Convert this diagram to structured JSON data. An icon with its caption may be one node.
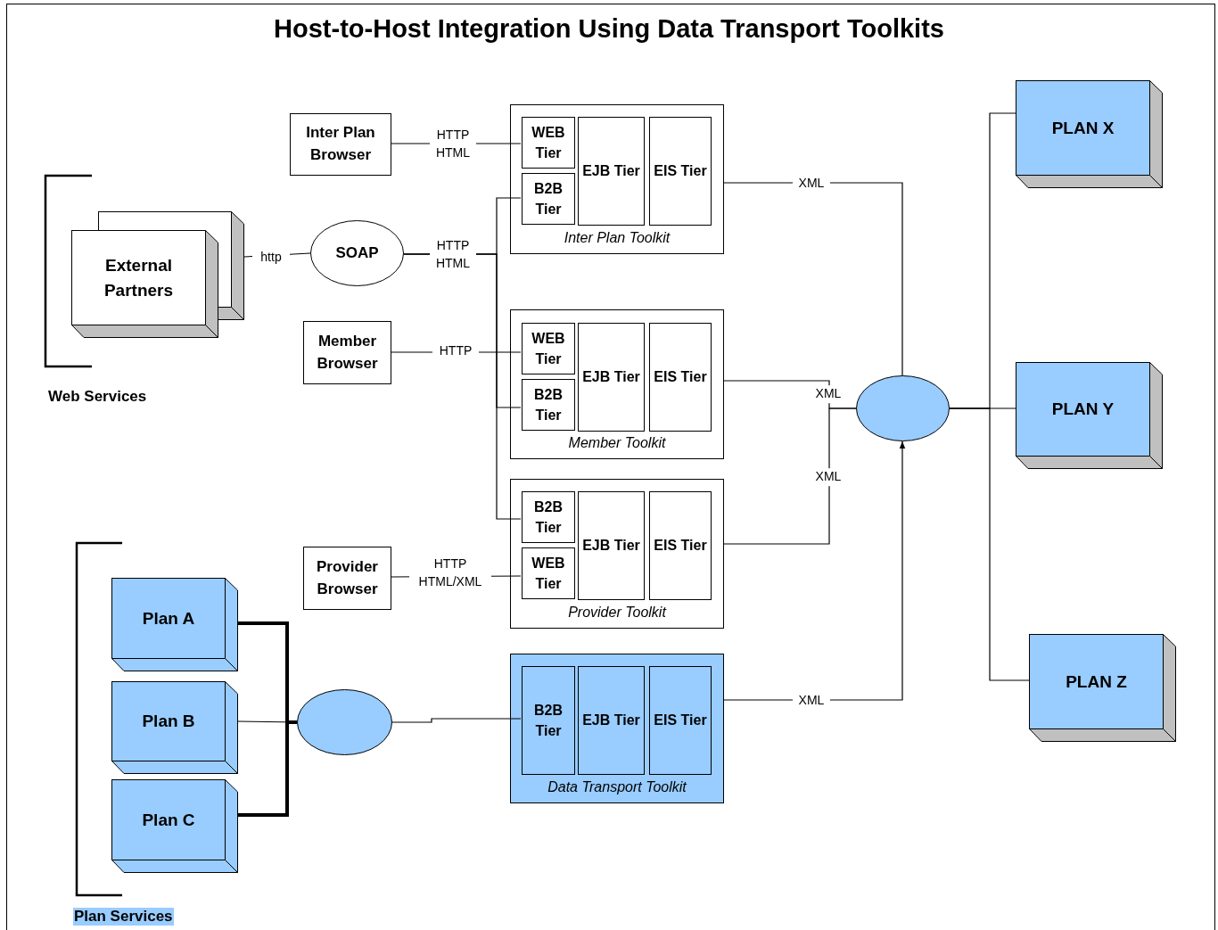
{
  "diagram": {
    "title": "Host-to-Host Integration Using Data Transport Toolkits",
    "nodes": [
      {
        "text": [
          "Inter Plan Browser"
        ]
      },
      {
        "text": [
          "External Partners"
        ]
      },
      {
        "text": [
          "SOAP"
        ]
      },
      {
        "text": [
          "Member Browser"
        ]
      },
      {
        "text": [
          "Provider Browser"
        ]
      },
      {
        "text": [
          "Inter Plan Toolkit"
        ]
      },
      {
        "text": [
          "WEB Tier"
        ],
        "in": 5
      },
      {
        "text": [
          "B2B Tier"
        ],
        "in": 5
      },
      {
        "text": [
          "EJB Tier"
        ],
        "in": 5
      },
      {
        "text": [
          "EIS Tier"
        ],
        "in": 5
      },
      {
        "text": [
          "Member Toolkit"
        ]
      },
      {
        "text": [
          "WEB Tier"
        ],
        "in": 10
      },
      {
        "text": [
          "B2B Tier"
        ],
        "in": 10
      },
      {
        "text": [
          "EJB Tier"
        ],
        "in": 10
      },
      {
        "text": [
          "EIS Tier"
        ],
        "in": 10
      },
      {
        "text": [
          "Provider Toolkit"
        ]
      },
      {
        "text": [
          "B2B Tier"
        ],
        "in": 15
      },
      {
        "text": [
          "WEB Tier"
        ],
        "in": 15
      },
      {
        "text": [
          "EJB Tier"
        ],
        "in": 15
      },
      {
        "text": [
          "EIS Tier"
        ],
        "in": 15
      },
      {
        "text": [
          "Plan A"
        ]
      },
      {
        "text": [
          "Plan B"
        ]
      },
      {
        "text": [
          "Plan C"
        ]
      },
      {
        "text": [],
        "shape": "circle"
      },
      {
        "text": [
          "Data Transport Toolkit"
        ]
      },
      {
        "text": [
          "B2B Tier"
        ],
        "in": 24
      },
      {
        "text": [
          "EJB Tier"
        ],
        "in": 24
      },
      {
        "text": [
          "EIS Tier"
        ],
        "in": 24
      },
      {
        "text": [],
        "shape": "circle"
      },
      {
        "text": [
          "PLAN X"
        ]
      },
      {
        "text": [
          "PLAN Y"
        ]
      },
      {
        "text": [
          "PLAN Z"
        ]
      }
    ],
    "edges": [
      {
        "from": 0,
        "to": 6,
        "arrow": "none",
        "label": "HTTP HTML"
      },
      {
        "from": 1,
        "to": 2,
        "arrow": "none",
        "label": "http"
      },
      {
        "from": 2,
        "to": 7,
        "arrow": "none",
        "label": "HTTP HTML"
      },
      {
        "from": 2,
        "to": 12,
        "arrow": "none"
      },
      {
        "from": 2,
        "to": 16,
        "arrow": "none"
      },
      {
        "from": 3,
        "to": 11,
        "arrow": "none",
        "label": "HTTP"
      },
      {
        "from": 4,
        "to": 17,
        "arrow": "none",
        "label": "HTTP HTML/XML"
      },
      {
        "from": 20,
        "to": 23,
        "arrow": "none",
        "style": "thick"
      },
      {
        "from": 21,
        "to": 23,
        "arrow": "none"
      },
      {
        "from": 22,
        "to": 23,
        "arrow": "none",
        "style": "thick"
      },
      {
        "from": 23,
        "to": 25,
        "arrow": "none"
      },
      {
        "from": 5,
        "to": 28,
        "arrow": "none",
        "label": "XML"
      },
      {
        "from": 10,
        "to": 28,
        "arrow": "none",
        "label": "XML"
      },
      {
        "from": 15,
        "to": 28,
        "arrow": "none",
        "label": "XML"
      },
      {
        "from": 24,
        "to": 28,
        "arrow": "to",
        "label": "XML"
      },
      {
        "from": 28,
        "to": 29,
        "arrow": "none"
      },
      {
        "from": 28,
        "to": 30,
        "arrow": "none"
      },
      {
        "from": 28,
        "to": 31,
        "arrow": "none"
      }
    ],
    "labels": [
      "Web Services",
      "Plan Services"
    ]
  }
}
